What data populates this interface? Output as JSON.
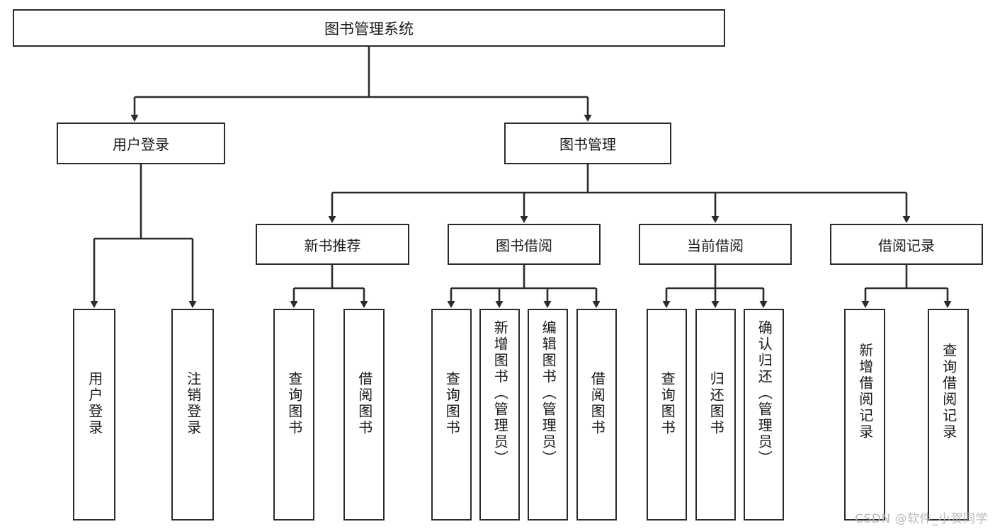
{
  "diagram": {
    "title": "图书管理系统",
    "type": "tree-hierarchy",
    "root": {
      "label": "图书管理系统"
    },
    "level2": [
      {
        "label": "用户登录"
      },
      {
        "label": "图书管理"
      }
    ],
    "level3": [
      {
        "label": "新书推荐"
      },
      {
        "label": "图书借阅"
      },
      {
        "label": "当前借阅"
      },
      {
        "label": "借阅记录"
      }
    ],
    "leaves": [
      {
        "label": "用户登录",
        "parent": "用户登录"
      },
      {
        "label": "注销登录",
        "parent": "用户登录"
      },
      {
        "label": "查询图书",
        "parent": "新书推荐"
      },
      {
        "label": "借阅图书",
        "parent": "新书推荐"
      },
      {
        "label": "查询图书",
        "parent": "图书借阅"
      },
      {
        "label": "新增图书（管理员）",
        "parent": "图书借阅"
      },
      {
        "label": "编辑图书（管理员）",
        "parent": "图书借阅"
      },
      {
        "label": "借阅图书",
        "parent": "图书借阅"
      },
      {
        "label": "查询图书",
        "parent": "当前借阅"
      },
      {
        "label": "归还图书",
        "parent": "当前借阅"
      },
      {
        "label": "确认归还（管理员）",
        "parent": "当前借阅"
      },
      {
        "label": "新增借阅记录",
        "parent": "借阅记录"
      },
      {
        "label": "查询借阅记录",
        "parent": "借阅记录"
      }
    ],
    "watermark": "CSDN @软件_小贺同学",
    "colors": {
      "box_border": "#2b2b2b",
      "box_fill": "#ffffff",
      "text": "#1a1a1a",
      "connector": "#2b2b2b",
      "watermark": "#b9b9b9",
      "background": "#ffffff"
    }
  }
}
